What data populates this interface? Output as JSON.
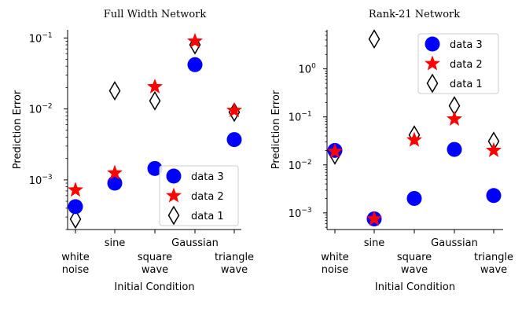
{
  "chart_data": [
    {
      "type": "scatter",
      "title": "Full Width Network",
      "xlabel": "Initial Condition",
      "ylabel": "Prediction Error",
      "yscale": "log",
      "ylim": [
        0.0002,
        0.13
      ],
      "categories": [
        [
          "white",
          "noise"
        ],
        [
          "sine"
        ],
        [
          "square",
          "wave"
        ],
        [
          "Gaussian"
        ],
        [
          "triangle",
          "wave"
        ]
      ],
      "yticks": [
        {
          "value": 0.001,
          "label": "10",
          "exp": "−3"
        },
        {
          "value": 0.01,
          "label": "10",
          "exp": "−2"
        },
        {
          "value": 0.1,
          "label": "10",
          "exp": "−1"
        }
      ],
      "legend": {
        "position": "bottom-right"
      },
      "series": [
        {
          "name": "data 3",
          "marker": "circle",
          "color": "#0000ff",
          "values": [
            0.00042,
            0.0009,
            0.00145,
            0.042,
            0.0037
          ]
        },
        {
          "name": "data 2",
          "marker": "star",
          "color": "#ff0000",
          "values": [
            0.00072,
            0.00125,
            0.0205,
            0.09,
            0.0095
          ]
        },
        {
          "name": "data 1",
          "marker": "diamond",
          "color": "#000000",
          "values": [
            0.00028,
            0.018,
            0.013,
            0.08,
            0.009
          ]
        }
      ]
    },
    {
      "type": "scatter",
      "title": "Rank-21 Network",
      "xlabel": "Initial Condition",
      "ylabel": "Prediction Error",
      "yscale": "log",
      "ylim": [
        0.00045,
        6.5
      ],
      "categories": [
        [
          "white",
          "noise"
        ],
        [
          "sine"
        ],
        [
          "square",
          "wave"
        ],
        [
          "Gaussian"
        ],
        [
          "triangle",
          "wave"
        ]
      ],
      "yticks": [
        {
          "value": 0.001,
          "label": "10",
          "exp": "−3"
        },
        {
          "value": 0.01,
          "label": "10",
          "exp": "−2"
        },
        {
          "value": 0.1,
          "label": "10",
          "exp": "−1"
        },
        {
          "value": 1,
          "label": "10",
          "exp": "0"
        }
      ],
      "legend": {
        "position": "top-right"
      },
      "series": [
        {
          "name": "data 3",
          "marker": "circle",
          "color": "#0000ff",
          "values": [
            0.02,
            0.00075,
            0.002,
            0.021,
            0.0023
          ]
        },
        {
          "name": "data 2",
          "marker": "star",
          "color": "#ff0000",
          "values": [
            0.019,
            0.00075,
            0.033,
            0.09,
            0.02
          ]
        },
        {
          "name": "data 1",
          "marker": "diamond",
          "color": "#000000",
          "values": [
            0.016,
            4.2,
            0.042,
            0.17,
            0.031
          ]
        }
      ]
    }
  ]
}
